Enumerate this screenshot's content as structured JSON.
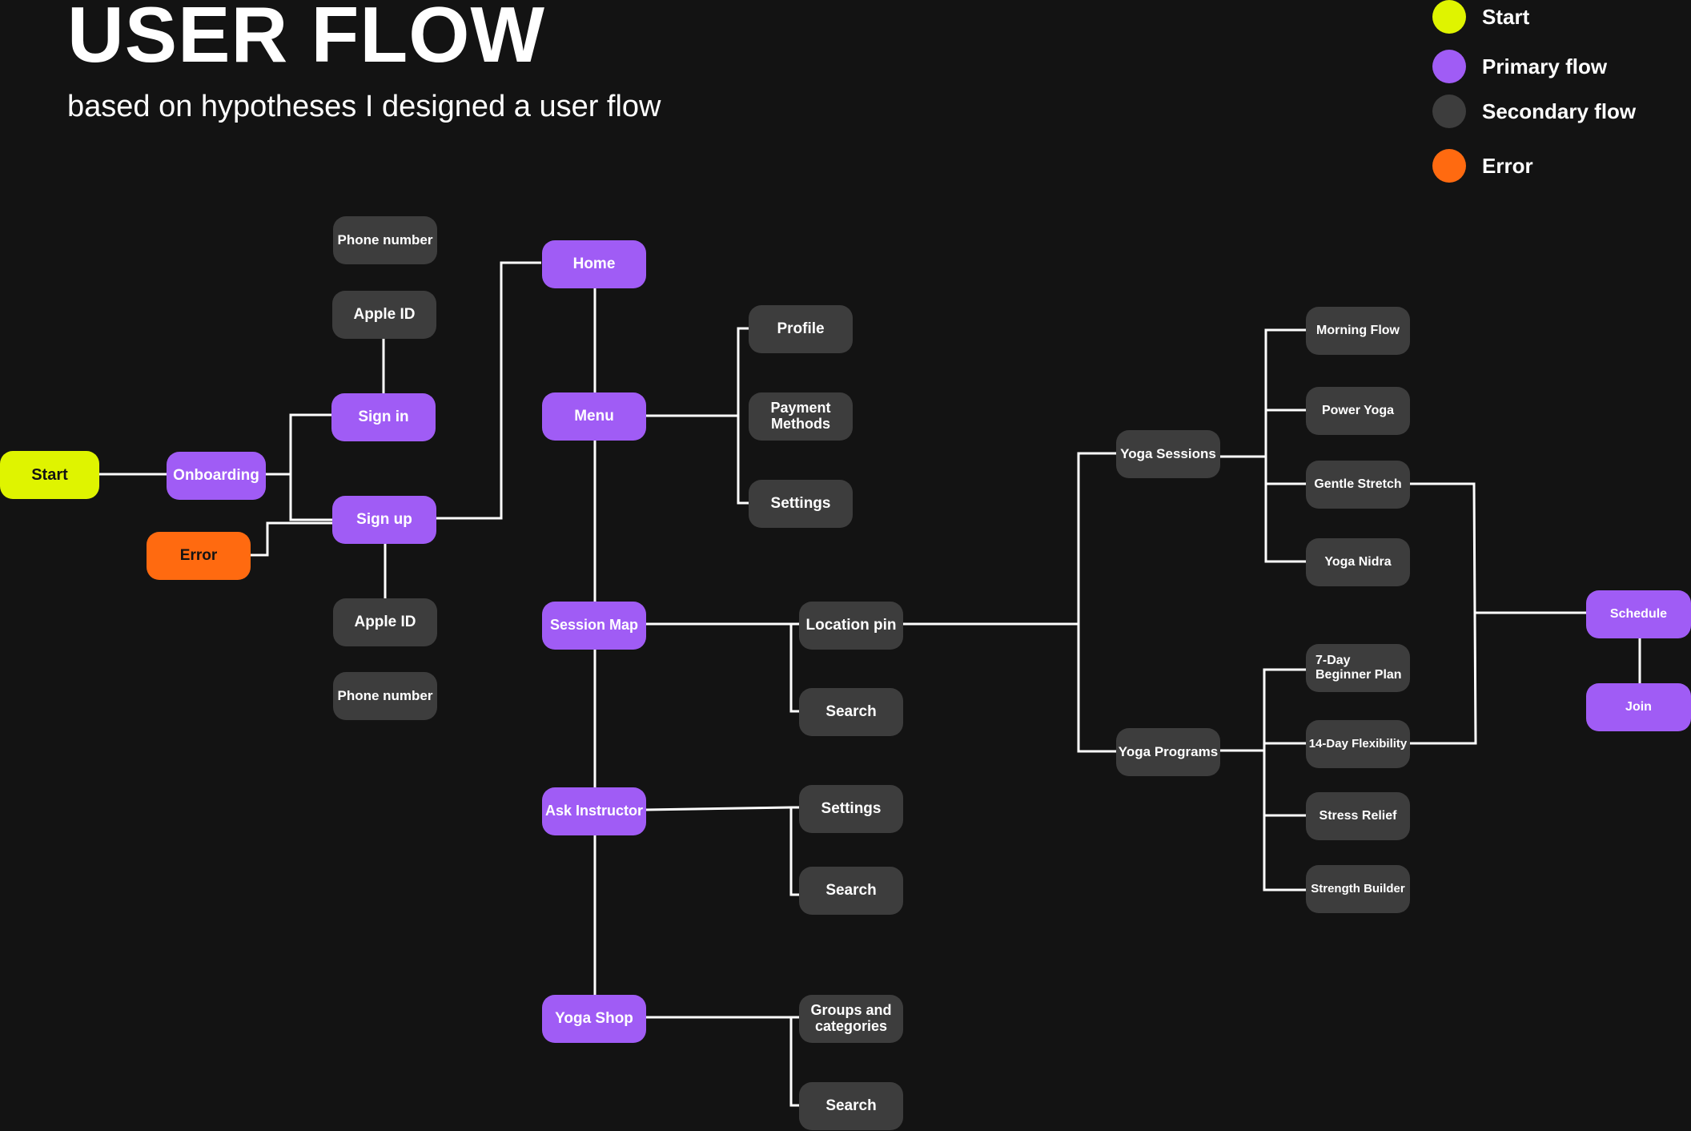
{
  "header": {
    "title": "USER FLOW",
    "subtitle": "based on hypotheses I designed a user flow"
  },
  "legend": {
    "items": [
      {
        "label": "Start",
        "color": "#dff400"
      },
      {
        "label": "Primary flow",
        "color": "#a05cf5"
      },
      {
        "label": "Secondary flow",
        "color": "#3d3d3d"
      },
      {
        "label": "Error",
        "color": "#ff6a10"
      }
    ]
  },
  "nodes": {
    "start": "Start",
    "onboarding": "Onboarding",
    "error": "Error",
    "phone_number_top": "Phone number",
    "apple_id_top": "Apple ID",
    "sign_in": "Sign in",
    "sign_up": "Sign up",
    "apple_id_bottom": "Apple ID",
    "phone_number_bottom": "Phone number",
    "home": "Home",
    "menu": "Menu",
    "session_map": "Session Map",
    "ask_instructor": "Ask Instructor",
    "yoga_shop": "Yoga Shop",
    "profile": "Profile",
    "payment_methods": "Payment\nMethods",
    "menu_settings": "Settings",
    "location_pin": "Location pin",
    "map_search": "Search",
    "instructor_settings": "Settings",
    "instructor_search": "Search",
    "groups_categories": "Groups and\ncategories",
    "shop_search": "Search",
    "yoga_sessions": "Yoga Sessions",
    "yoga_programs": "Yoga Programs",
    "morning_flow": "Morning Flow",
    "power_yoga": "Power Yoga",
    "gentle_stretch": "Gentle Stretch",
    "yoga_nidra": "Yoga Nidra",
    "beginner_plan": "7-Day\nBeginner Plan",
    "flexibility": "14-Day Flexibility",
    "stress_relief": "Stress Relief",
    "strength_builder": "Strength Builder",
    "schedule": "Schedule",
    "join": "Join"
  }
}
